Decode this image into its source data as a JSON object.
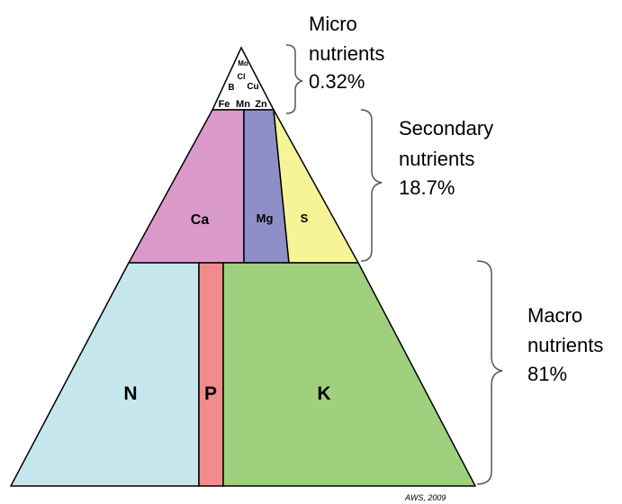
{
  "tiers": {
    "micro": {
      "title_line1": "Micro",
      "title_line2": "nutrients",
      "percent": "0.32%",
      "elements": {
        "mo": "Mo",
        "cl": "Cl",
        "b": "B",
        "cu": "Cu",
        "fe": "Fe",
        "mn": "Mn",
        "zn": "Zn"
      }
    },
    "secondary": {
      "title_line1": "Secondary",
      "title_line2": "nutrients",
      "percent": "18.7%",
      "elements": {
        "ca": "Ca",
        "mg": "Mg",
        "s": "S"
      }
    },
    "macro": {
      "title_line1": "Macro",
      "title_line2": "nutrients",
      "percent": "81%",
      "elements": {
        "n": "N",
        "p": "P",
        "k": "K"
      }
    }
  },
  "credit": "AWS, 2009",
  "colors": {
    "micro_fill": "#ffffff",
    "ca": "#d99ac9",
    "mg": "#8f8fc7",
    "s": "#f7f497",
    "n": "#c6e6ee",
    "p": "#f28c8c",
    "k": "#9fd07d",
    "k_label": "#2f9b2f",
    "outline": "#000000",
    "bracket": "#555555"
  }
}
